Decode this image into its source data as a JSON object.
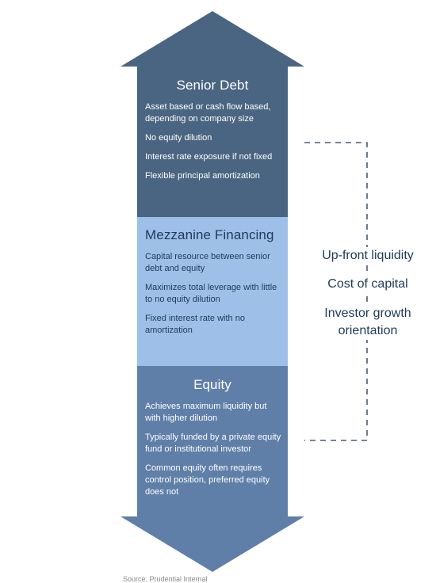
{
  "diagram": {
    "senior_debt": {
      "title": "Senior Debt",
      "items": [
        "Asset based or cash flow based, depending on company size",
        "No equity dilution",
        "Interest rate exposure if not fixed",
        "Flexible principal amortization"
      ]
    },
    "mezzanine": {
      "title": "Mezzanine Financing",
      "items": [
        "Capital resource between senior debt and equity",
        "Maximizes total leverage with little to no equity dilution",
        "Fixed interest rate with no amortization"
      ]
    },
    "equity": {
      "title": "Equity",
      "items": [
        "Achieves maximum liquidity but with higher dilution",
        "Typically funded by a private equity fund or institutional investor",
        "Common equity often requires control position, preferred equity does not"
      ]
    },
    "factors": [
      "Up-front liquidity",
      "Cost of capital",
      "Investor growth orientation"
    ],
    "source": "Source: Prudential Internal"
  },
  "colors": {
    "senior": "#4a6581",
    "mezzanine": "#9ec0e8",
    "equity": "#5f7fa8",
    "bracket": "#4a5a6e",
    "text_dark": "#1f3a5a"
  }
}
